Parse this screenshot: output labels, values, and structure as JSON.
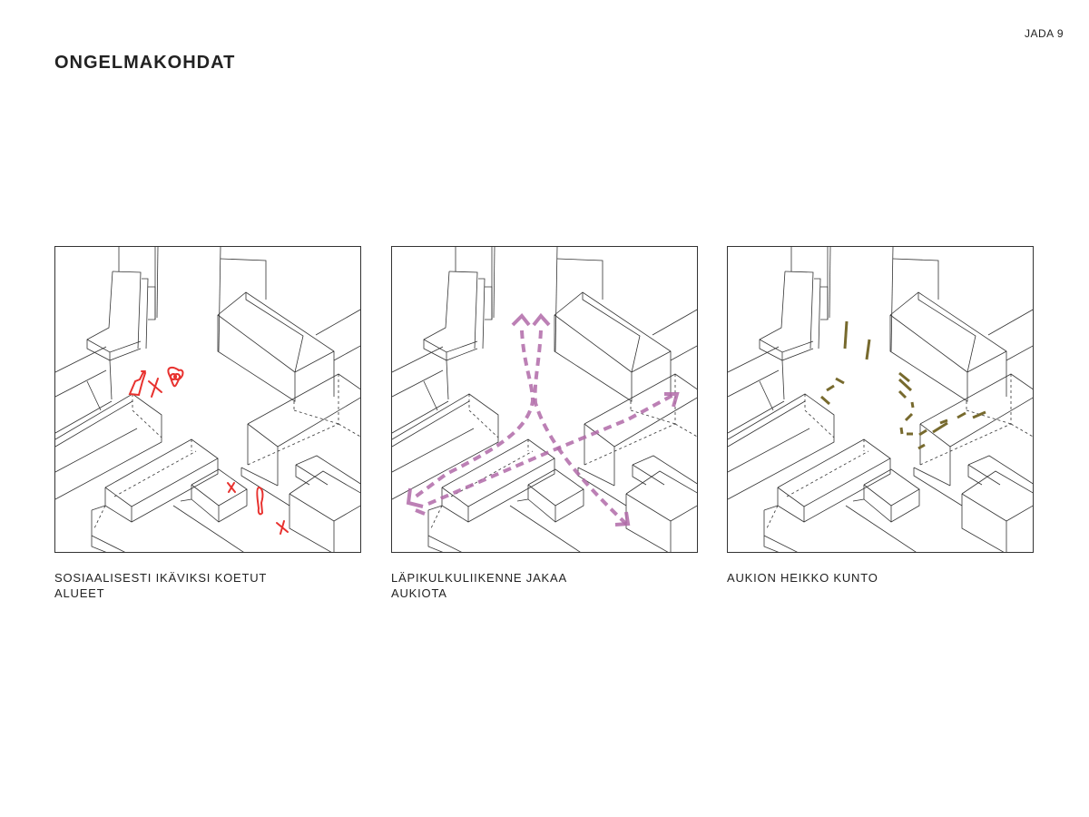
{
  "page": {
    "label": "JADA 9",
    "title": "ONGELMAKOHDAT"
  },
  "panels": [
    {
      "caption_line1": "SOSIAALISESTI IKÄVIKSI KOETUT",
      "caption_line2": "ALUEET",
      "overlay": "problem-spots",
      "color": "#e8322f"
    },
    {
      "caption_line1": "LÄPIKULKULIIKENNE JAKAA",
      "caption_line2": "AUKIOTA",
      "overlay": "through-traffic-arrows",
      "color": "#b06aa8"
    },
    {
      "caption_line1": "AUKION HEIKKO KUNTO",
      "caption_line2": "",
      "overlay": "poor-condition-dashes",
      "color": "#776a2e"
    }
  ]
}
